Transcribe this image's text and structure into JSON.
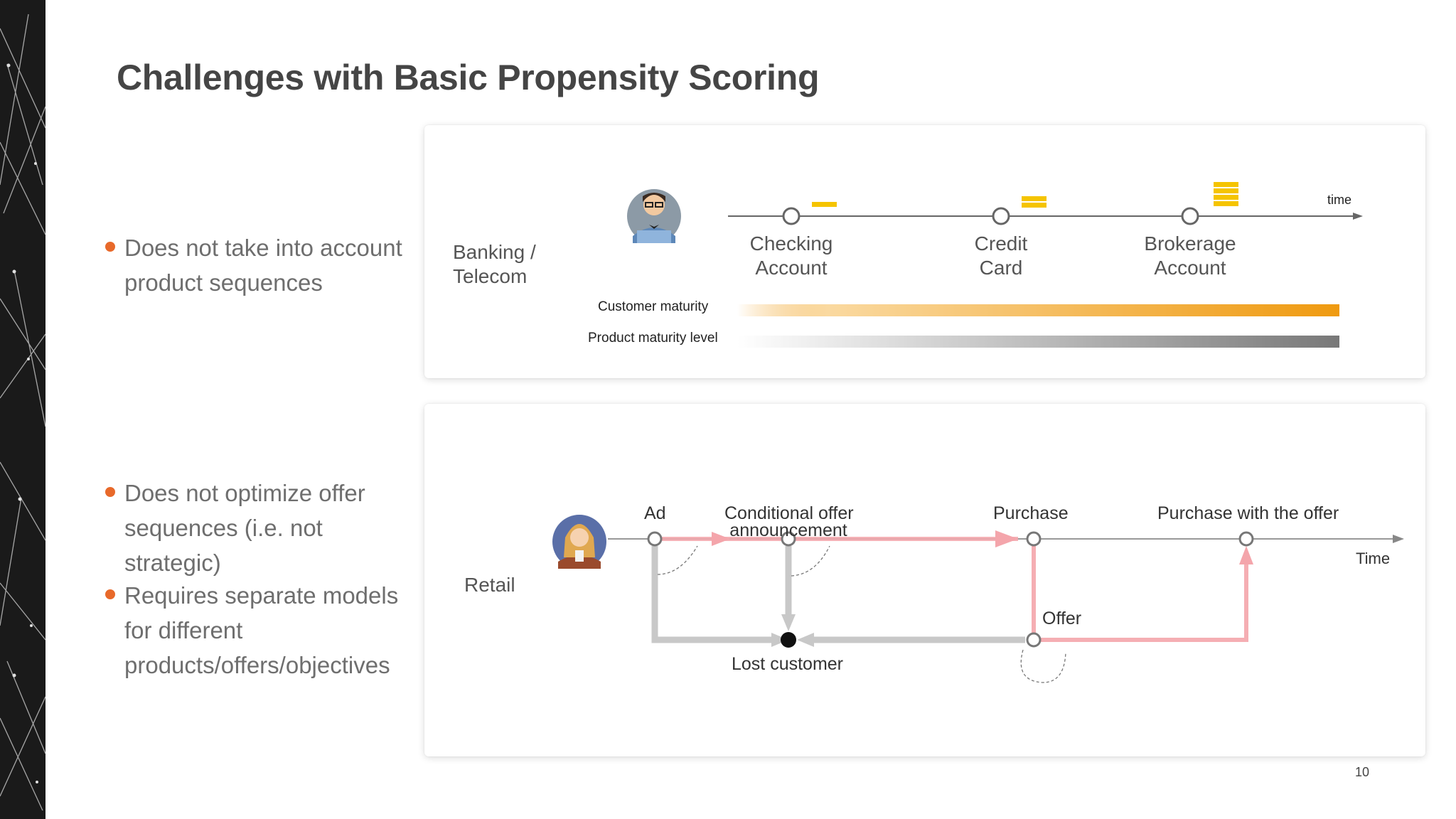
{
  "slide": {
    "title": "Challenges with Basic Propensity Scoring",
    "page_number": "10",
    "colors": {
      "bullet": "#e8692a",
      "customer_bar": "#f0a020",
      "product_bar": "#7a7a7a",
      "accent_line": "#f4a5ab",
      "coins": "#f5c400"
    }
  },
  "bullets": [
    {
      "line1": "Does not take into account",
      "line2": "product sequences"
    },
    {
      "line1": "Does not optimize offer",
      "line2": "sequences (i.e. not strategic)"
    },
    {
      "line1": "Requires separate models",
      "line2": "for different",
      "line3": "products/offers/objectives"
    }
  ],
  "banking": {
    "label_line1": "Banking /",
    "label_line2": "Telecom",
    "avatar_icon": "man-avatar-icon",
    "time_label": "time",
    "steps": [
      {
        "line1": "Checking",
        "line2": "Account"
      },
      {
        "line1": "Credit",
        "line2": "Card"
      },
      {
        "line1": "Brokerage",
        "line2": "Account"
      }
    ],
    "customer_maturity_label": "Customer maturity",
    "product_maturity_label": "Product maturity level"
  },
  "retail": {
    "label": "Retail",
    "avatar_icon": "woman-avatar-icon",
    "time_label": "Time",
    "ad_label": "Ad",
    "conditional_line1": "Conditional offer",
    "conditional_line2": "announcement",
    "purchase_label": "Purchase",
    "purchase_offer_label": "Purchase with the offer",
    "offer_label": "Offer",
    "lost_customer_label": "Lost customer"
  }
}
